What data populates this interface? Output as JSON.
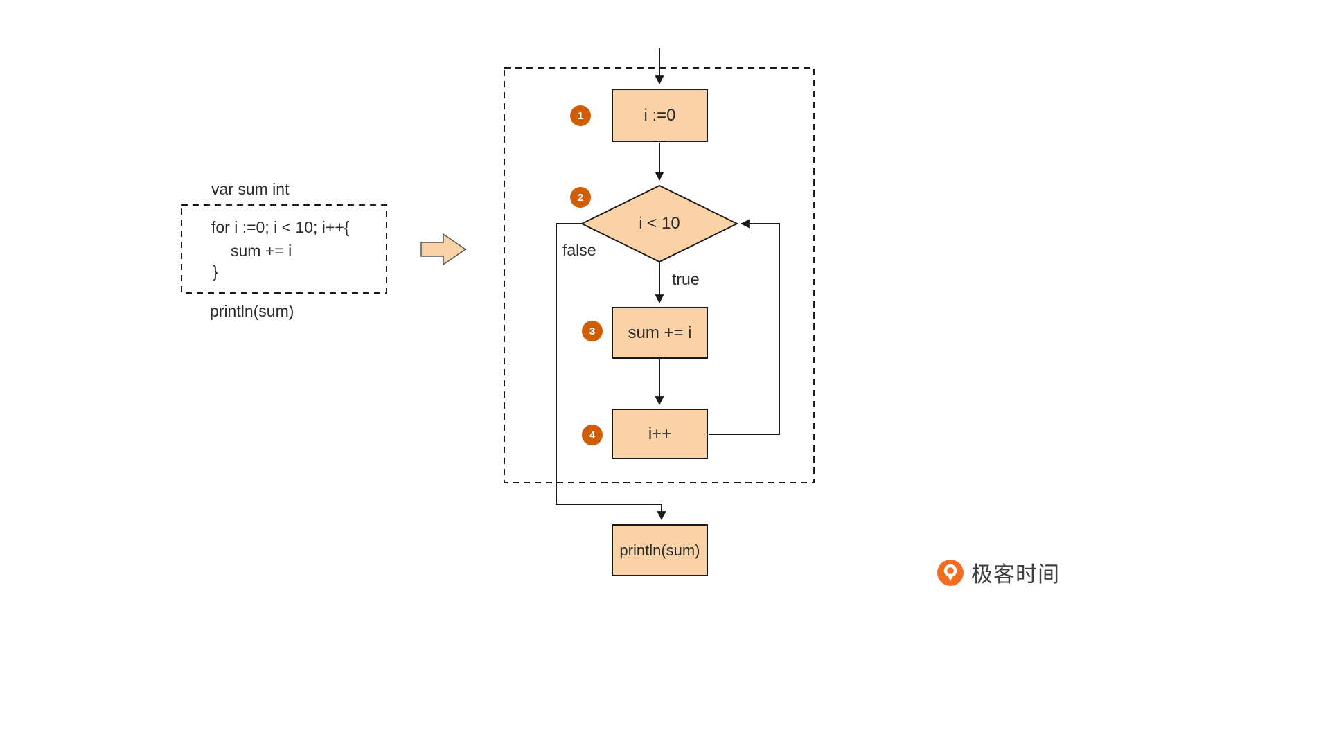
{
  "code_panel": {
    "var_line": "var sum int",
    "for_line": "for i :=0; i < 10; i++{",
    "body_line": "sum += i",
    "close_line": "}",
    "println_line": "println(sum)"
  },
  "flowchart": {
    "steps": [
      {
        "badge": "1",
        "label": "i :=0"
      },
      {
        "badge": "2",
        "label": "i < 10"
      },
      {
        "badge": "3",
        "label": "sum += i"
      },
      {
        "badge": "4",
        "label": "i++"
      }
    ],
    "final_label": "println(sum)",
    "true_label": "true",
    "false_label": "false"
  },
  "logo": {
    "text": "极客时间"
  },
  "colors": {
    "node_fill": "#FAD2A6",
    "badge_fill": "#D05E07",
    "line": "#1a1a1a",
    "text": "#2b2b2b",
    "logo_orange": "#F26D21",
    "logo_text": "#3f3f3f"
  }
}
